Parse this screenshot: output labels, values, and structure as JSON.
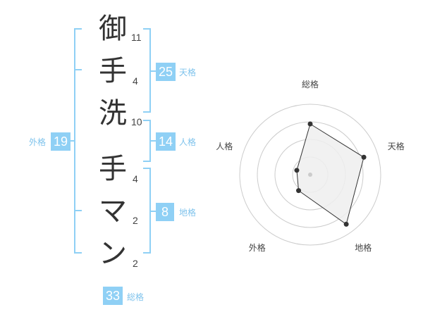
{
  "name": {
    "characters": [
      {
        "char": "御",
        "strokes": "11"
      },
      {
        "char": "手",
        "strokes": "4"
      },
      {
        "char": "洗",
        "strokes": "10"
      },
      {
        "char": "手",
        "strokes": "4"
      },
      {
        "char": "マ",
        "strokes": "2"
      },
      {
        "char": "ン",
        "strokes": "2"
      }
    ]
  },
  "fortune": {
    "tenkaku": {
      "label": "天格",
      "value": "25"
    },
    "jinkaku": {
      "label": "人格",
      "value": "14"
    },
    "chikaku": {
      "label": "地格",
      "value": "8"
    },
    "gaikaku": {
      "label": "外格",
      "value": "19"
    },
    "soukaku": {
      "label": "総格",
      "value": "33"
    }
  },
  "colors": {
    "box": "#8fd0f5",
    "bracket": "#8fd0f5",
    "label": "#7fc3ec",
    "char": "#333333",
    "grid": "#cccccc",
    "area": "#eeeeee"
  },
  "chart_data": {
    "type": "radar",
    "axes": [
      "総格",
      "天格",
      "地格",
      "外格",
      "人格"
    ],
    "values": [
      0.72,
      0.8,
      0.87,
      0.28,
      0.2
    ],
    "rings": 4,
    "range": [
      0,
      1
    ]
  }
}
